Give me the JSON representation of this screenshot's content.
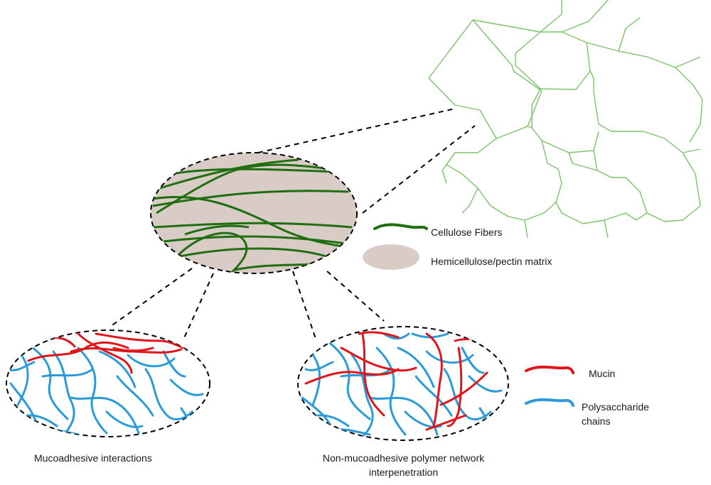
{
  "legend": {
    "cellulose_fibers": "Cellulose Fibers",
    "matrix": "Hemicellulose/pectin matrix",
    "mucin": "Mucin",
    "polysaccharide_line1": "Polysaccharide",
    "polysaccharide_line2": "chains"
  },
  "captions": {
    "left": "Mucoadhesive interactions",
    "right_line1": "Non-mucoadhesive polymer network",
    "right_line2": "interpenetration"
  },
  "colors": {
    "cell_wall": "#7cc36b",
    "cellulose": "#1f6e12",
    "matrix_fill": "#d9ccc6",
    "mucin": "#e0151a",
    "polysaccharide": "#2a9bd8",
    "dash": "#000000"
  },
  "icons": {
    "cellulose_swatch": "green-wave-line",
    "matrix_swatch": "beige-ellipse",
    "mucin_swatch": "red-wave-line",
    "polysaccharide_swatch": "blue-wave-line"
  }
}
